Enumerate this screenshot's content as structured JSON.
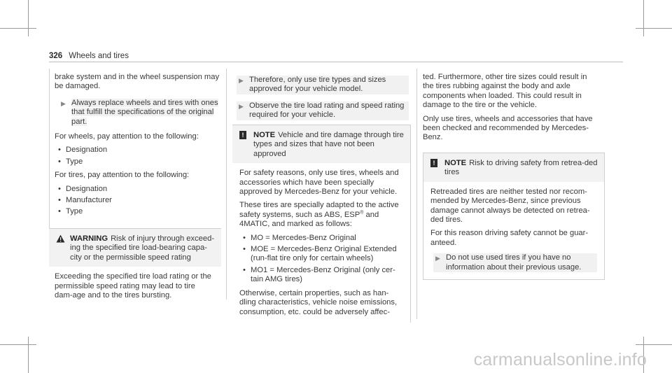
{
  "header": {
    "page_number": "326",
    "section_title": "Wheels and tires"
  },
  "col1": {
    "intro": "brake system and in the wheel suspension may be damaged.",
    "step1": "Always replace wheels and tires with ones that fulfill the specifications of the original part.",
    "wheels_intro": "For wheels, pay attention to the following:",
    "wheels_list": [
      "Designation",
      "Type"
    ],
    "tires_intro": "For tires, pay attention to the following:",
    "tires_list": [
      "Designation",
      "Manufacturer",
      "Type"
    ],
    "warning": {
      "lead": "WARNING",
      "head": "Risk of injury through exceed-ing the specified tire load-bearing capa-city or the permissible speed rating",
      "body": "Exceeding the specified tire load rating or the permissible speed rating may lead to tire dam-age and to the tires bursting."
    }
  },
  "col2": {
    "step1": "Therefore, only use tire types and sizes approved for your vehicle model.",
    "step2": "Observe the tire load rating and speed rating required for your vehicle.",
    "note": {
      "lead": "NOTE",
      "head": "Vehicle and tire damage through tire types and sizes that have not been approved",
      "body1": "For safety reasons, only use tires, wheels and accessories which have been specially approved by Mercedes-Benz for your vehicle.",
      "body2_a": "These tires are specially adapted to the active safety systems, such as ABS, ESP",
      "body2_sup": "®",
      "body2_b": " and 4MATIC, and marked as follows:",
      "list": [
        "MO = Mercedes-Benz Original",
        "MOE = Mercedes-Benz Original Extended (run-flat tire only for certain wheels)",
        "MO1 = Mercedes-Benz Original (only cer-tain AMG tires)"
      ],
      "body3": "Otherwise, certain properties, such as han-dling characteristics, vehicle noise emissions, consumption, etc. could be adversely affec-"
    }
  },
  "col3": {
    "cont1": "ted. Furthermore, other tire sizes could result in the tires rubbing against the body and axle components when loaded. This could result in damage to the tire or the vehicle.",
    "cont2": "Only use tires, wheels and accessories that have been checked and recommended by Mercedes-Benz.",
    "note": {
      "lead": "NOTE",
      "head": "Risk to driving safety from retrea-ded tires",
      "body1": "Retreaded tires are neither tested nor recom-mended by Mercedes-Benz, since previous damage cannot always be detected on retrea-ded tires.",
      "body2": "For this reason driving safety cannot be guar-anteed.",
      "step": "Do not use used tires if you have no information about their previous usage."
    }
  },
  "icons": {
    "step": "triangle-right-icon",
    "bullet": "bullet-dot-icon",
    "warning": "warning-triangle-icon",
    "note": "note-exclamation-icon"
  },
  "watermark": "carmanualsonline.info"
}
